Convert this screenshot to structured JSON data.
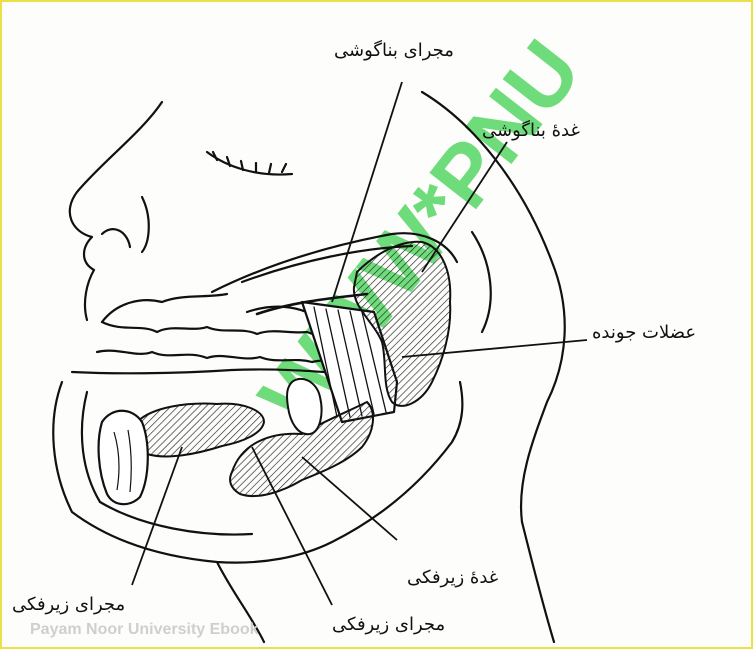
{
  "labels": {
    "parotid_duct": "مجرای بناگوشی",
    "parotid_gland": "غدهٔ بناگوشی",
    "masseter": "عضلات جونده",
    "submandibular_gland": "غدهٔ زیرفکی",
    "submandibular_duct_left": "مجرای زیرفکی",
    "submandibular_duct_bottom": "مجرای زیرفکی"
  },
  "watermark": {
    "text": "WWW*PNU",
    "color": "#3fd14f"
  },
  "footer": {
    "text": "Payam Noor University Ebook"
  },
  "colors": {
    "border": "#e9e04a",
    "ink": "#111111"
  }
}
